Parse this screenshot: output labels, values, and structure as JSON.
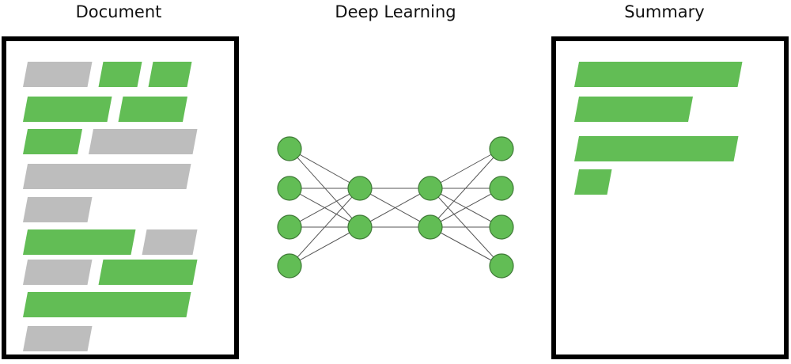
{
  "titles": {
    "document": "Document",
    "deep_learning": "Deep Learning",
    "summary": "Summary"
  },
  "colors": {
    "selected": "#62bd55",
    "unselected": "#bdbdbd",
    "node_fill": "#62bd55",
    "node_stroke": "#3f7a37",
    "edge": "#555555",
    "frame": "#000000"
  },
  "document_rows": [
    [
      {
        "w": 0.35,
        "sel": false
      },
      {
        "w": 0.22,
        "sel": true
      },
      {
        "w": 0.22,
        "sel": true
      }
    ],
    [
      {
        "w": 0.45,
        "sel": true
      },
      {
        "w": 0.35,
        "sel": true
      }
    ],
    [
      {
        "w": 0.3,
        "sel": true
      },
      {
        "w": 0.55,
        "sel": false
      }
    ],
    [
      {
        "w": 0.85,
        "sel": false
      }
    ],
    [
      {
        "w": 0.35,
        "sel": false
      }
    ],
    [
      {
        "w": 0.57,
        "sel": true
      },
      {
        "w": 0.28,
        "sel": false
      }
    ],
    [
      {
        "w": 0.35,
        "sel": false
      },
      {
        "w": 0.5,
        "sel": true
      }
    ],
    [
      {
        "w": 0.85,
        "sel": true
      }
    ],
    [
      {
        "w": 0.35,
        "sel": false
      }
    ]
  ],
  "summary_rows": [
    {
      "w": 0.85
    },
    {
      "w": 0.6
    },
    {
      "w": 0.83
    },
    {
      "w": 0.19
    }
  ],
  "network": {
    "layers": [
      4,
      2,
      2,
      4
    ],
    "fully_connected": true
  }
}
